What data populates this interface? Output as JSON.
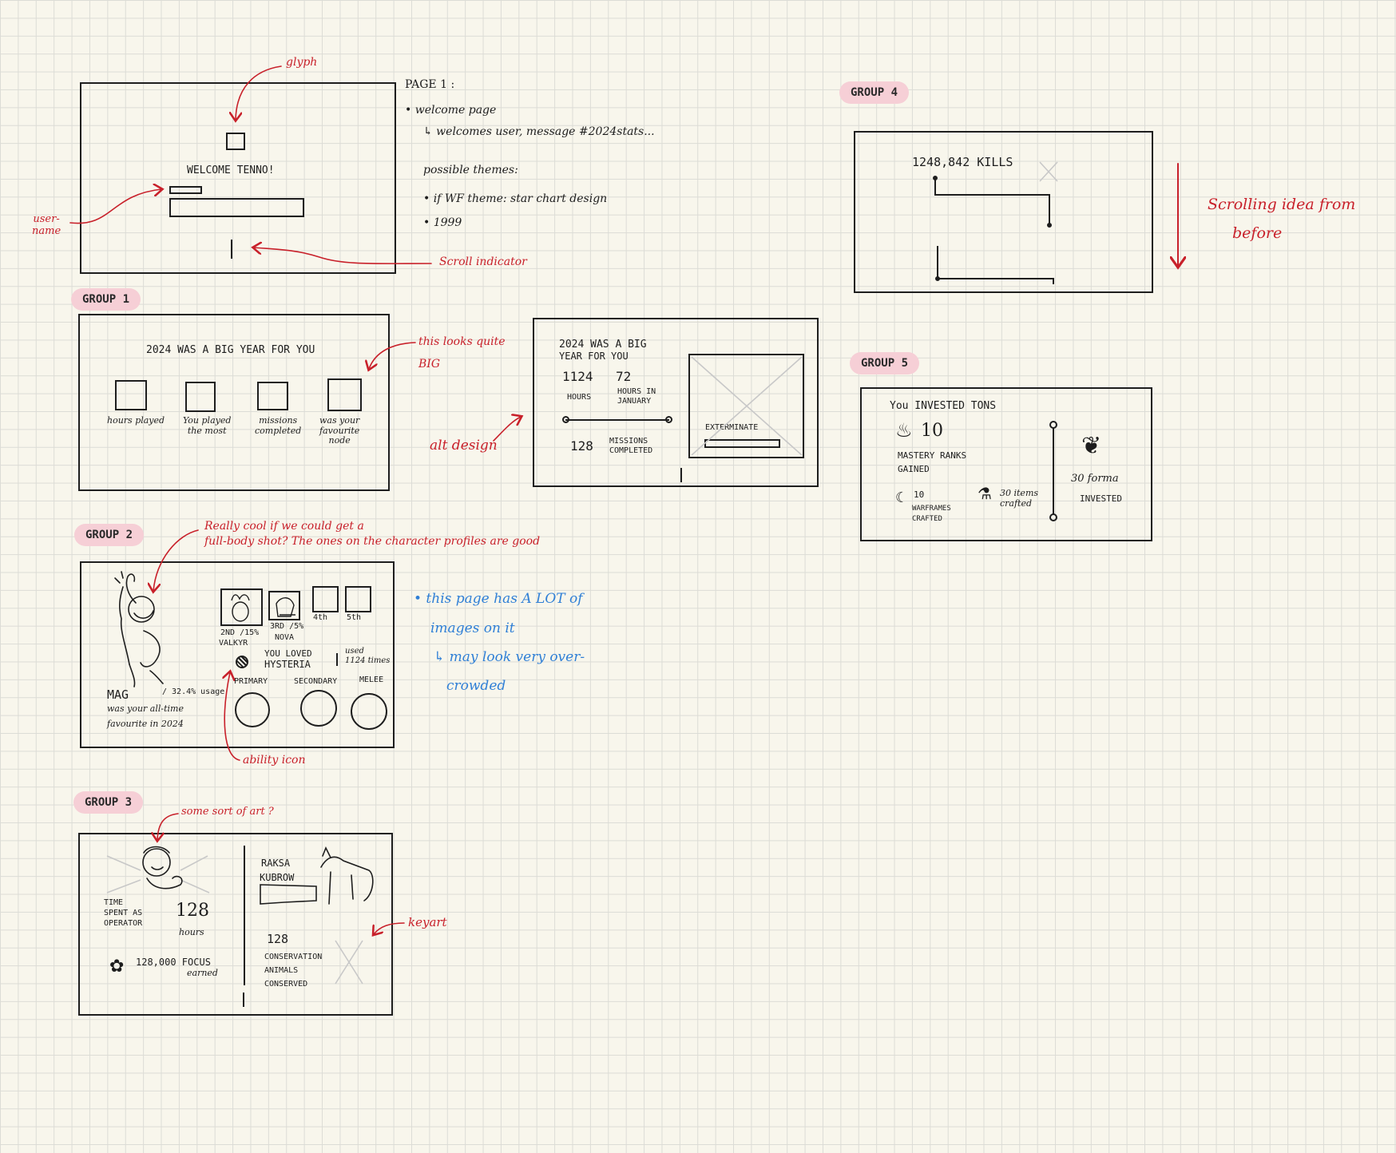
{
  "annotations": {
    "glyph": "glyph",
    "username": "user-\nname",
    "scroll_indicator": "Scroll indicator",
    "this_looks_big_1": "this looks quite",
    "this_looks_big_2": "BIG",
    "alt_design": "alt design",
    "full_body_1": "Really cool if we could get a",
    "full_body_2": "full-body shot? The ones on the character profiles are good",
    "ability_icon": "ability icon",
    "some_art": "some sort of art ?",
    "keyart": "keyart",
    "scrolling_1": "Scrolling idea from",
    "scrolling_2": "before"
  },
  "page1": {
    "welcome": "WELCOME TENNO!",
    "notes": [
      "PAGE 1 :",
      "• welcome page",
      "↳ welcomes user, message #2024stats...",
      "possible themes:",
      "• if WF theme: star chart design",
      "• 1999"
    ]
  },
  "groups": {
    "g1": "GROUP 1",
    "g2": "GROUP 2",
    "g3": "GROUP 3",
    "g4": "GROUP 4",
    "g5": "GROUP 5"
  },
  "group1": {
    "title": "2024 WAS A BIG YEAR FOR YOU",
    "boxes": [
      "hours played",
      "You played\nthe most",
      "missions\ncompleted",
      "was your\nfavourite\nnode"
    ]
  },
  "alt": {
    "title1": "2024 WAS A BIG",
    "title2": "YEAR FOR YOU",
    "hours_value": "1124",
    "hours_label": "HOURS",
    "jan_value": "72",
    "jan_label": "HOURS IN\nJANUARY",
    "missions_value": "128",
    "missions_label": "MISSIONS\nCOMPLETED",
    "exterminate": "EXTERMINATE"
  },
  "group2": {
    "frame_name": "MAG",
    "usage": "/ 32.4% usage",
    "fav1": "was your all-time",
    "fav2": "favourite in 2024",
    "r2": "2ND /15%",
    "r2name": "VALKYR",
    "r3": "3RD /5%",
    "r3name": "NOVA",
    "r4": "4th",
    "r5": "5th",
    "loved1": "YOU LOVED",
    "loved2": "HYSTERIA",
    "used": "used\n1124 times",
    "primary": "PRIMARY",
    "secondary": "SECONDARY",
    "melee": "MELEE",
    "note1": "• this page has A LOT of",
    "note2": "images on it",
    "note3": "↳ may look very over-",
    "note4": "crowded"
  },
  "group3": {
    "time1": "TIME",
    "time2": "SPENT AS",
    "time3": "OPERATOR",
    "hours_value": "128",
    "hours_label": "hours",
    "focus": "128,000 FOCUS",
    "earned": "earned",
    "pet1": "RAKSA",
    "pet2": "KUBROW",
    "cons_value": "128",
    "cons1": "CONSERVATION",
    "cons2": "ANIMALS",
    "cons3": "CONSERVED"
  },
  "group4": {
    "kills": "1248,842 KILLS"
  },
  "group5": {
    "title": "You INVESTED TONS",
    "mastery_value": "10",
    "mastery1": "MASTERY RANKS",
    "mastery2": "GAINED",
    "warframes_value": "10",
    "warframes1": "WARFRAMES",
    "warframes2": "CRAFTED",
    "items": "30 items\ncrafted",
    "forma1": "30 forma",
    "forma2": "INVESTED"
  },
  "colors": {
    "background": "#f8f6ec",
    "ink": "#1d1d1d",
    "annotation_red": "#c8202a",
    "note_blue": "#2f7fd6",
    "tag_pink": "#f6cfd6"
  }
}
